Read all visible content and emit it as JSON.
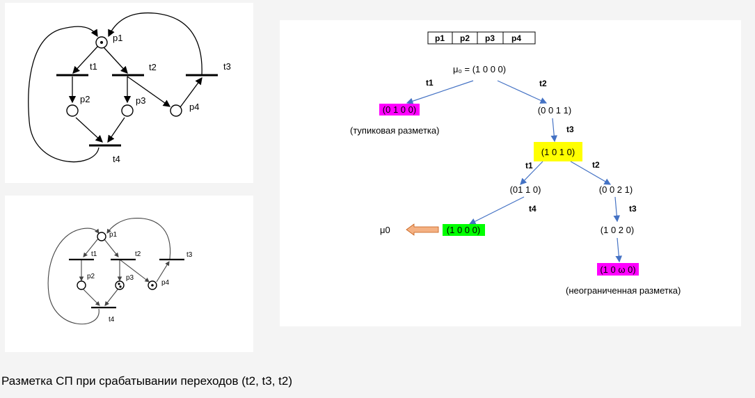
{
  "colors": {
    "accent_blue": "#4472c4",
    "deadlock_magenta": "#ff00ff",
    "cycle_yellow": "#ffff00",
    "initial_green": "#00ff00",
    "back_arrow": "#f4b183"
  },
  "net1": {
    "places": [
      "p1",
      "p2",
      "p3",
      "p4"
    ],
    "transitions": [
      "t1",
      "t2",
      "t3",
      "t4"
    ]
  },
  "net2": {
    "places": [
      "p1",
      "p2",
      "p3",
      "p4"
    ],
    "transitions": [
      "t1",
      "t2",
      "t3",
      "t4"
    ]
  },
  "tree": {
    "header": [
      "p1",
      "p2",
      "p3",
      "p4"
    ],
    "root": "μ₀ = (1 0 0 0)",
    "nodes": {
      "n0100": "(0 1 0 0)",
      "n0011": "(0 0 1 1)",
      "n1010": "(1 0 1 0)",
      "n0110": "(01 1 0)",
      "n0021": "(0 0 2 1)",
      "n1000": "(1 0 0 0)",
      "n1020": "(1 0 2 0)",
      "n10w0": "(1 0 ω 0)",
      "mu0": "μ0"
    },
    "edge_labels": {
      "e_t1_root": "t1",
      "e_t2_root": "t2",
      "e_t3_a": "t3",
      "e_t1_b": "t1",
      "e_t2_b": "t2",
      "e_t4": "t4",
      "e_t3_c": "t3"
    },
    "notes": {
      "deadlock": "(тупиковая разметка)",
      "unbounded": "(неограниченная разметка)"
    }
  },
  "caption": "Разметка СП при срабатывании переходов (t2, t3, t2)"
}
